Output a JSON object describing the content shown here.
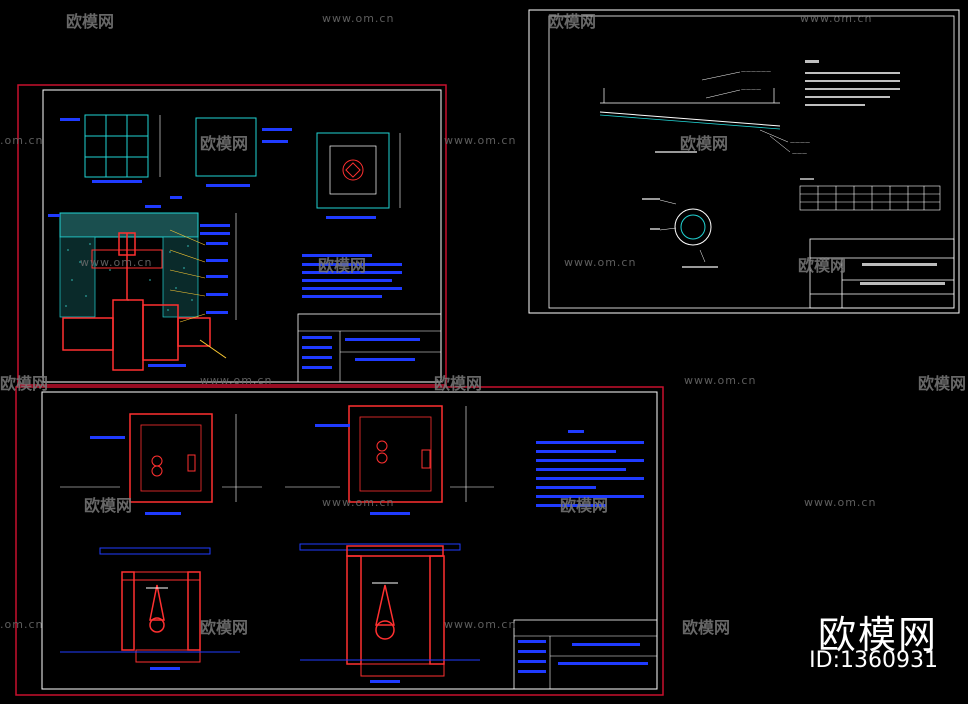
{
  "watermark": {
    "url_text": "www.om.cn",
    "brand_text": "欧模网",
    "url_short": ".om.cn"
  },
  "brand": {
    "big_text": "欧模网",
    "id_text": "ID:1360931"
  },
  "colors": {
    "background": "#000000",
    "frame": "#ffffff",
    "border_red": "#c8102e",
    "blue": "#1f3bff",
    "cyan": "#21d3d3",
    "red_wall": "#ff3030",
    "gray": "#7a7a7a"
  }
}
